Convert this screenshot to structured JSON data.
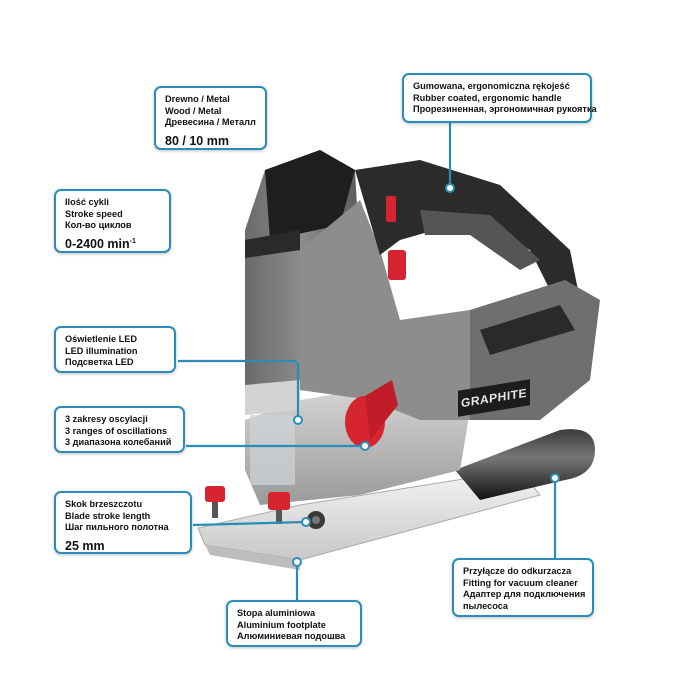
{
  "product": {
    "brand_logo": "GRAPHITE",
    "type": "jigsaw",
    "accent_color": "#d62430",
    "callout_color": "#2a8db7"
  },
  "callouts": {
    "cutting_depth": {
      "lines": [
        "Drewno / Metal",
        "Wood / Metal",
        "Древесина / Металл"
      ],
      "value": "80 / 10 mm"
    },
    "handle": {
      "lines": [
        "Gumowana, ergonomiczna rękojeść",
        "Rubber coated, ergonomic handle",
        "Прорезиненная, эргономичная рукоятка"
      ]
    },
    "stroke_speed": {
      "lines": [
        "Ilość cykli",
        "Stroke speed",
        "Кол-во циклов"
      ],
      "value": "0-2400 min",
      "value_sup": "-1"
    },
    "led": {
      "lines": [
        "Oświetlenie LED",
        "LED illumination",
        "Подсветка LED"
      ]
    },
    "oscillation": {
      "lines": [
        "3 zakresy oscylacji",
        "3 ranges of oscillations",
        "3 диапазона колебаний"
      ]
    },
    "stroke_length": {
      "lines": [
        "Skok brzeszczotu",
        "Blade stroke length",
        "Шаг пильного полотна"
      ],
      "value": "25 mm"
    },
    "footplate": {
      "lines": [
        "Stopa aluminiowa",
        "Aluminium footplate",
        "Алюминиевая подошва"
      ]
    },
    "vacuum": {
      "lines": [
        "Przyłącze do odkurzacza",
        "Fitting for vacuum cleaner",
        "Адаптер для подключения",
        "пылесоса"
      ]
    }
  }
}
